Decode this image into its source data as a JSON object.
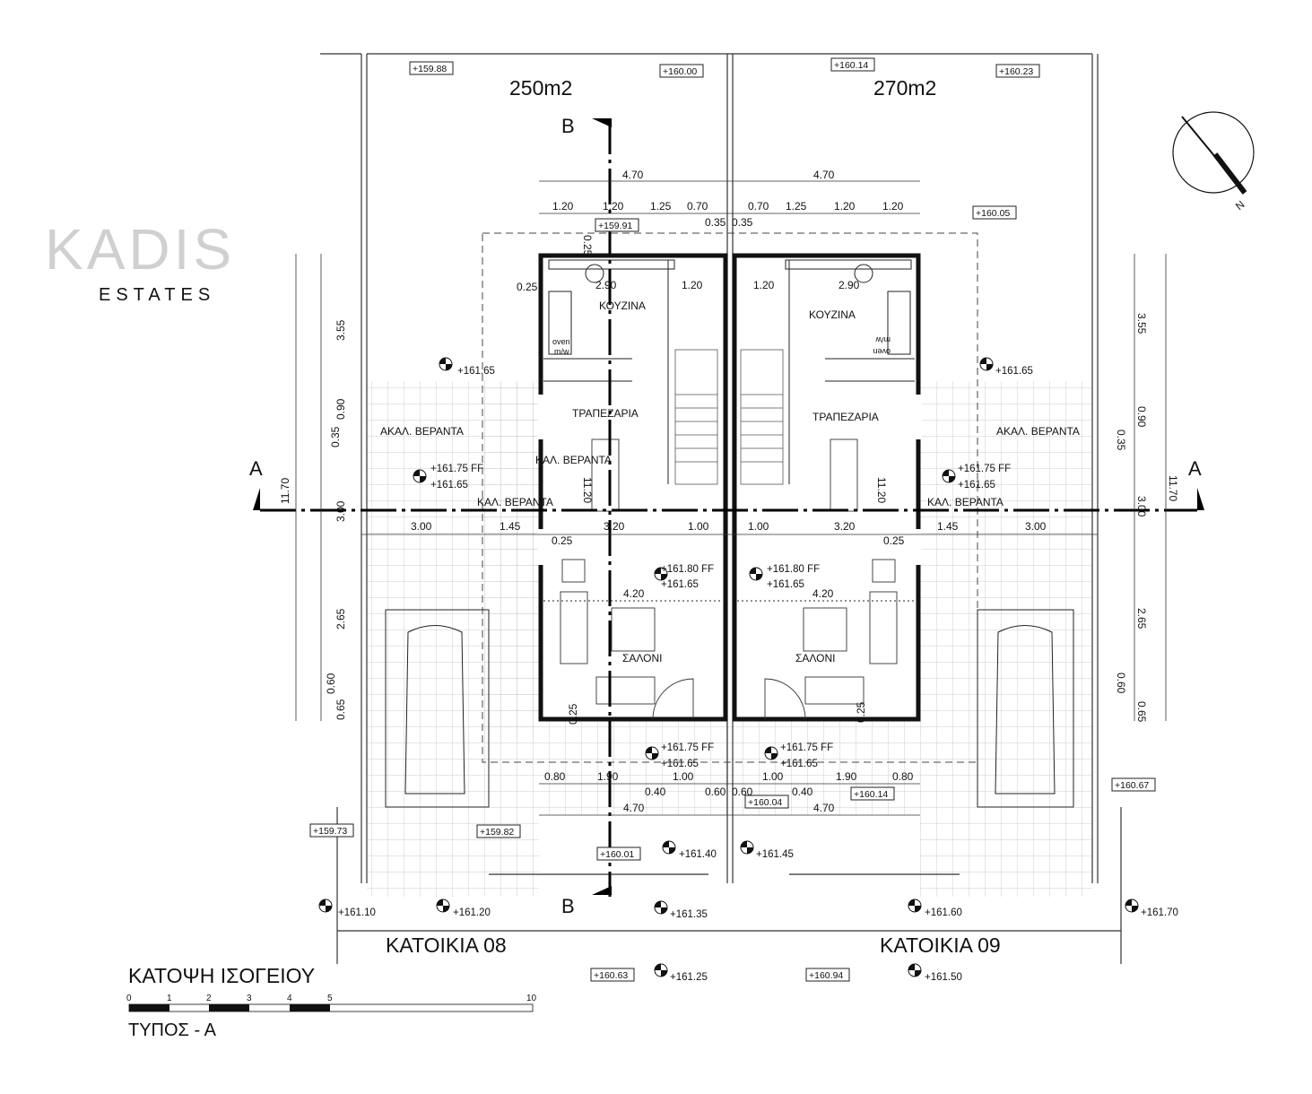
{
  "areas": {
    "left": "250m2",
    "right": "270m2"
  },
  "section_markers": {
    "b_top": "B",
    "b_bottom": "B",
    "a_left": "A",
    "a_right": "A"
  },
  "watermark": {
    "brand": "KADIS",
    "sub": "ESTATES"
  },
  "compass": {
    "north": "N"
  },
  "rooms": {
    "kitchen_l": "ΚΟΥΖΙΝΑ",
    "kitchen_r": "ΚΟΥΖΙΝΑ",
    "dining_l": "ΤΡΑΠΕΖΑΡΙΑ",
    "dining_r": "ΤΡΑΠΕΖΑΡΙΑ",
    "open_veranda_l": "ΑΚΑΛ. ΒΕΡΑΝΤΑ",
    "open_veranda_r": "ΑΚΑΛ. ΒΕΡΑΝΤΑ",
    "covered_veranda_1": "ΚΑΛ. ΒΕΡΑΝΤΑ",
    "covered_veranda_2": "ΚΑΛ. ΒΕΡΑΝΤΑ",
    "covered_veranda_3": "ΚΑΛ. ΒΕΡΑΝΤΑ",
    "living_l": "ΣΑΛΟΝΙ",
    "living_r": "ΣΑΛΟΝΙ",
    "oven_l": "oven",
    "mw_l": "m/w",
    "oven_r": "oven",
    "mw_r": "m/w"
  },
  "boxed_levels": [
    "+159.88",
    "+160.00",
    "+160.14",
    "+160.23",
    "+160.05",
    "+159.91",
    "+160.14",
    "+160.04",
    "+159.73",
    "+159.82",
    "+160.67",
    "+160.01",
    "+160.63",
    "+160.94"
  ],
  "spot_levels": [
    "+161.65",
    "+161.65",
    "+161.75 FF",
    "+161.65",
    "+161.75 FF",
    "+161.65",
    "+161.80 FF",
    "+161.65",
    "+161.80 FF",
    "+161.65",
    "+161.75 FF",
    "+161.65",
    "+161.75 FF",
    "+161.65",
    "+161.40",
    "+161.45",
    "+161.10",
    "+161.20",
    "+161.35",
    "+161.60",
    "+161.70",
    "+161.25",
    "+161.50"
  ],
  "dimensions": {
    "top": [
      "4.70",
      "4.70",
      "1.20",
      "1.20",
      "1.25",
      "0.70",
      "0.35",
      "0.35",
      "0.70",
      "1.25",
      "1.20",
      "1.20"
    ],
    "inner": [
      "0.25",
      "0.25",
      "2.90",
      "1.20",
      "1.20",
      "2.90",
      "11.20",
      "11.20",
      "4.20",
      "4.20",
      "0.25",
      "0.25",
      "0.25",
      "0.25"
    ],
    "horizontal": [
      "3.00",
      "1.45",
      "3.20",
      "1.00",
      "1.00",
      "3.20",
      "1.45",
      "3.00"
    ],
    "left_vertical": [
      "3.55",
      "0.90",
      "0.35",
      "3.00",
      "2.65",
      "0.60",
      "0.65",
      "11.70"
    ],
    "right_vertical": [
      "3.55",
      "0.90",
      "0.35",
      "3.00",
      "2.65",
      "0.60",
      "0.65",
      "11.70"
    ],
    "bottom": [
      "0.80",
      "1.90",
      "1.00",
      "1.00",
      "1.90",
      "0.80",
      "0.40",
      "0.60",
      "0.60",
      "0.40",
      "4.70",
      "4.70"
    ]
  },
  "units": {
    "left": "ΚΑΤΟΙΚΙΑ 08",
    "right": "ΚΑΤΟΙΚΙΑ 09"
  },
  "title": {
    "main": "ΚΑΤΟΨΗ ΙΣΟΓΕΙΟΥ",
    "type": "ΤΥΠΟΣ - Α"
  },
  "scale_bar": {
    "ticks": [
      "0",
      "1",
      "2",
      "3",
      "4",
      "5",
      "10"
    ]
  }
}
